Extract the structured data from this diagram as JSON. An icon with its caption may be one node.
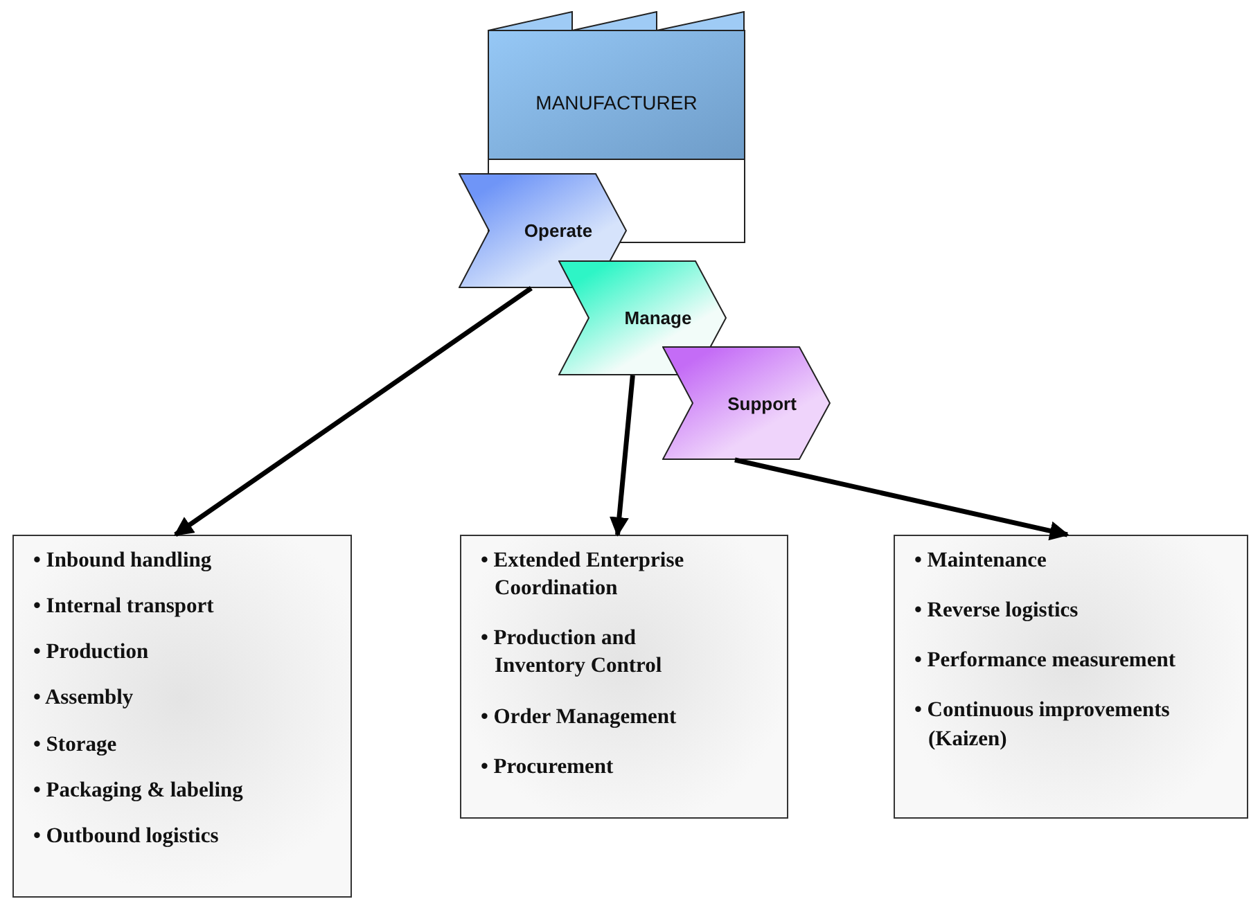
{
  "diagram": {
    "nodes": [
      {
        "text": [
          "MANUFACTURER"
        ]
      },
      {
        "text": [
          "Operate"
        ]
      },
      {
        "text": [
          "Manage"
        ]
      },
      {
        "text": [
          "Support"
        ]
      },
      {
        "text": [
          "• Inbound handling",
          "• Internal transport",
          "• Production",
          "• Assembly",
          "• Storage",
          "• Packaging & labeling",
          "• Outbound logistics"
        ]
      },
      {
        "text": [
          "• Extended Enterprise Coordination",
          "• Production and Inventory Control",
          "• Order Management",
          "• Procurement"
        ]
      },
      {
        "text": [
          "• Maintenance",
          "• Reverse logistics",
          "• Performance measurement",
          "• Continuous improvements (Kaizen)"
        ]
      }
    ],
    "edges": [
      {
        "from": 1,
        "to": 4,
        "arrow": "to"
      },
      {
        "from": 2,
        "to": 5,
        "arrow": "to"
      },
      {
        "from": 3,
        "to": 6,
        "arrow": "to"
      }
    ]
  }
}
